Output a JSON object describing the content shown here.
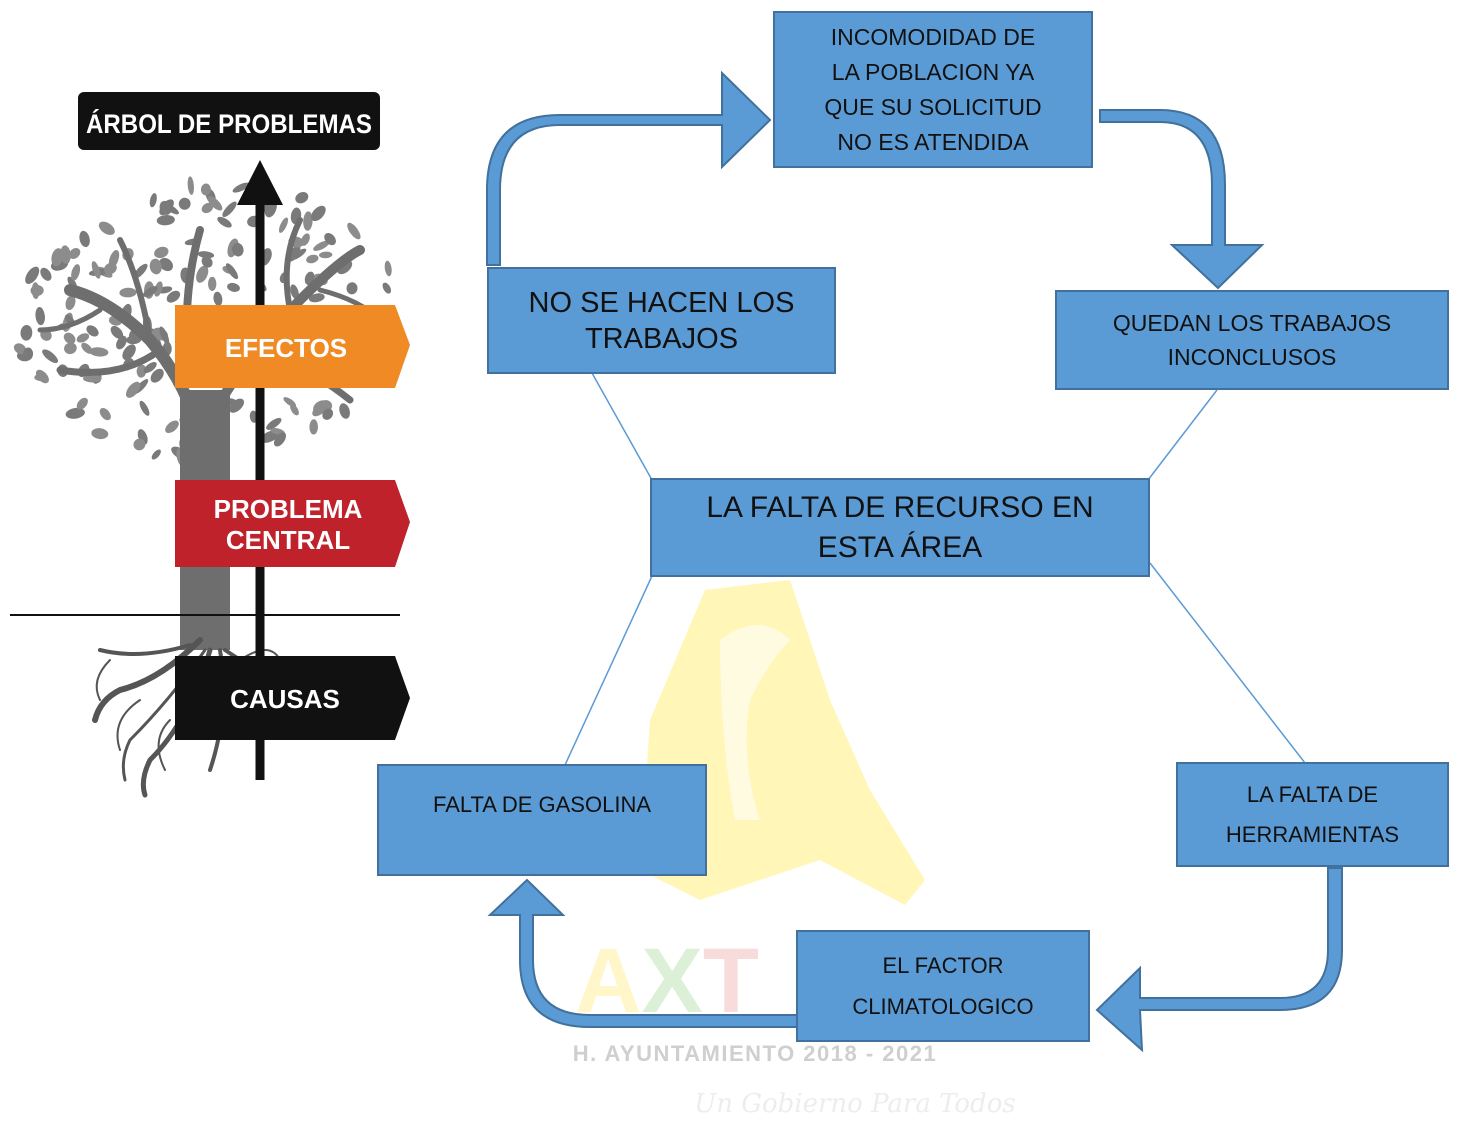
{
  "tree": {
    "title": "ÁRBOL DE PROBLEMAS",
    "effects": "EFECTOS",
    "central_line1": "PROBLEMA",
    "central_line2": "CENTRAL",
    "causes": "CAUSAS",
    "colors": {
      "title_bg": "#111111",
      "effects": "#f08a24",
      "central": "#c0222b",
      "causes": "#111111",
      "trunk": "#6b6b6b",
      "leaves": "#777777"
    }
  },
  "diagram": {
    "box_color": "#5b9bd5",
    "box_border": "#41719c",
    "arrow_color": "#5b9bd5",
    "line_color": "#5b9bd5",
    "boxes": {
      "incomodidad": "INCOMODIDAD DE\nLA POBLACION YA\nQUE SU SOLICITUD\nNO ES ATENDIDA",
      "no_se_hacen": "NO SE HACEN LOS\nTRABAJOS",
      "quedan": "QUEDAN LOS TRABAJOS\nINCONCLUSOS",
      "central": "LA FALTA DE RECURSO EN\nESTA ÁREA",
      "gasolina": "FALTA DE GASOLINA",
      "herramientas": "LA FALTA\nDE\nHERRAMIENTAS",
      "climatologico": "EL FACTOR\nCLIMATOLOGICO"
    }
  },
  "watermark": {
    "letters": "AXT",
    "ayuntamiento": "H. AYUNTAMIENTO 2018 - 2021",
    "slogan": "Un Gobierno Para Todos",
    "colors": {
      "yellow": "#fff3a8",
      "green": "#b7dfb0",
      "red": "#f2b8b8",
      "gray": "#cfcfcf"
    }
  }
}
